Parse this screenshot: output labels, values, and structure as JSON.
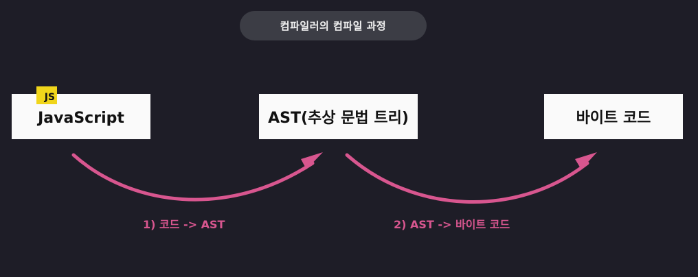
{
  "title": "컴파일러의 컴파일 과정",
  "nodes": {
    "source": {
      "label": "JavaScript",
      "badge": "JS"
    },
    "ast": {
      "label": "AST(추상 문법 트리)"
    },
    "bytecode": {
      "label": "바이트 코드"
    }
  },
  "steps": [
    {
      "label": "1) 코드 -> AST"
    },
    {
      "label": "2) AST -> 바이트 코드"
    }
  ],
  "colors": {
    "background": "#1e1d27",
    "pill": "#3c3d45",
    "box": "#fafafa",
    "arrow": "#d8568f",
    "badge": "#f0d51b"
  }
}
